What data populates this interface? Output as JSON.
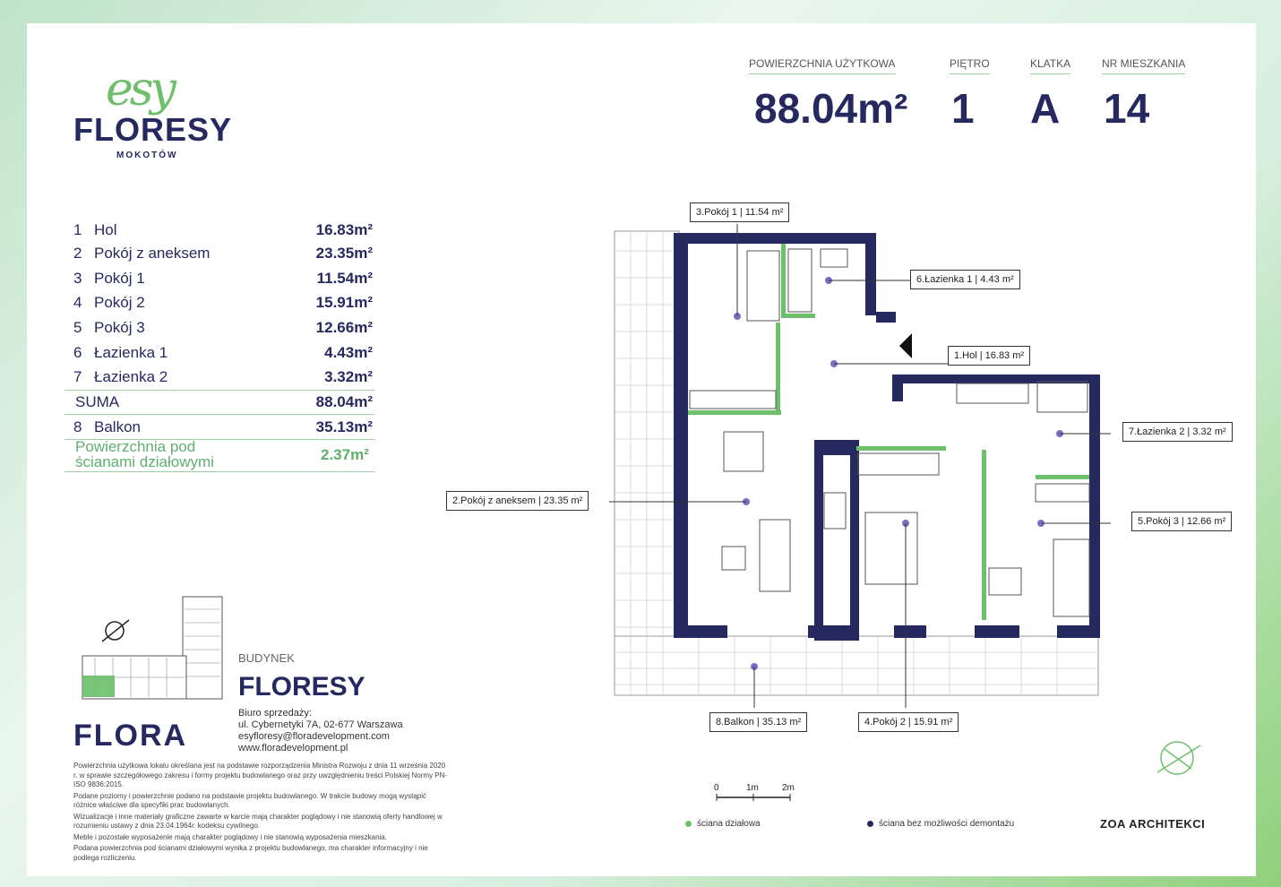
{
  "brand": {
    "esy": "esy",
    "name": "FLORESY",
    "district": "MOKOTÓW"
  },
  "header": [
    {
      "label": "POWIERZCHNIA UŻYTKOWA",
      "value": "88.04m²"
    },
    {
      "label": "PIĘTRO",
      "value": "1"
    },
    {
      "label": "KLATKA",
      "value": "A"
    },
    {
      "label": "NR MIESZKANIA",
      "value": "14"
    }
  ],
  "rooms": [
    {
      "num": "1",
      "name": "Hol",
      "area": "16.83m²"
    },
    {
      "num": "2",
      "name": "Pokój z aneksem",
      "area": "23.35m²"
    },
    {
      "num": "3",
      "name": "Pokój 1",
      "area": "11.54m²"
    },
    {
      "num": "4",
      "name": "Pokój 2",
      "area": "15.91m²"
    },
    {
      "num": "5",
      "name": "Pokój 3",
      "area": "12.66m²"
    },
    {
      "num": "6",
      "name": "Łazienka 1",
      "area": "4.43m²"
    },
    {
      "num": "7",
      "name": "Łazienka 2",
      "area": "3.32m²"
    }
  ],
  "suma": {
    "label": "SUMA",
    "area": "88.04m²"
  },
  "balkon": {
    "num": "8",
    "name": "Balkon",
    "area": "35.13m²"
  },
  "partition": {
    "line1": "Powierzchnia pod",
    "line2": "ścianami działowymi",
    "area": "2.37m²"
  },
  "building": {
    "label": "BUDYNEK",
    "name": "FLORESY"
  },
  "sales": {
    "title": "Biuro sprzedaży:",
    "address": "ul. Cybernetyki 7A, 02-677 Warszawa",
    "email": "esyfloresy@floradevelopment.com",
    "web": "www.floradevelopment.pl"
  },
  "developer": "FLORA",
  "notes": [
    "Powierzchnia użytkowa lokalu określana jest na podstawie rozporządzenia Ministra Rozwoju z dnia 11 września 2020 r. w sprawie szczegółowego zakresu i formy projektu budowlanego oraz przy uwzględnieniu treści Polskiej Normy PN-ISO 9836:2015.",
    "Podane poziomy i powierzchnie podano na podstawie projektu budowlanego. W trakcie budowy mogą wystąpić różnice właściwe dla specyfiki prac budowlanych.",
    "Wizualizacje i inne materiały graficzne zawarte w karcie mają charakter poglądowy i nie stanowią oferty handlowej w rozumieniu ustawy z dnia 23.04.1964r. kodeksu cywilnego.",
    "Meble i pozostałe wyposażenie mają charakter poglądowy i nie stanowią wyposażenia mieszkania.",
    "Podana powierzchnia pod ścianami działowymi wynika z projektu budowlanego, ma charakter informacyjny i nie podlega rozliczeniu."
  ],
  "plan_labels": {
    "pokoj1": "3.Pokój 1 |   11.54 m²",
    "lazienka1": "6.Łazienka 1 |    4.43 m²",
    "hol": "1.Hol |   16.83 m²",
    "lazienka2": "7.Łazienka 2 |    3.32 m²",
    "aneks": "2.Pokój z aneksem |   23.35 m²",
    "pokoj3": "5.Pokój 3 |   12.66 m²",
    "balkon": "8.Balkon |   35.13 m²",
    "pokoj2": "4.Pokój 2 |   15.91 m²"
  },
  "scale": {
    "s0": "0",
    "s1": "1m",
    "s2": "2m"
  },
  "legend": {
    "partition": "ściana działowa",
    "fixed": "ściana bez możliwości demontażu"
  },
  "architect": "ZOA ARCHITEKCI",
  "colors": {
    "navy": "#262960",
    "green": "#5fae6e",
    "purple": "#7b6cc4"
  }
}
